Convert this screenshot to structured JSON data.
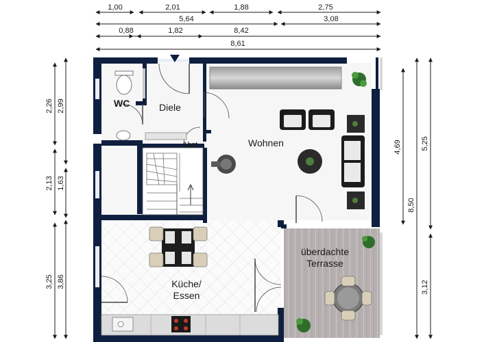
{
  "plan": {
    "rooms": {
      "wc": "WC",
      "diele": "Diele",
      "abst": "Abst",
      "wohnen": "Wohnen",
      "terrasse_line1": "überdachte",
      "terrasse_line2": "Terrasse",
      "kueche_line1": "Küche/",
      "kueche_line2": "Essen"
    },
    "dimensions": {
      "top_row1": [
        "1,00",
        "2,01",
        "1,88",
        "2,75"
      ],
      "top_row2": [
        "5,64",
        "3,08"
      ],
      "top_row3": [
        "0,88",
        "1,82",
        "8,42"
      ],
      "top_row4": [
        "8,61"
      ],
      "left_outer": [
        "2,99",
        "1,63",
        "3,86"
      ],
      "left_inner": [
        "2,26",
        "2,13",
        "3,25"
      ],
      "right_inner": [
        "4,69",
        "8,50"
      ],
      "right_outer": [
        "5,25",
        "3,12"
      ]
    },
    "colors": {
      "wall": "#0e1f3f",
      "floor": "#f7f7f7",
      "terrace": "#b9b2b2"
    }
  }
}
